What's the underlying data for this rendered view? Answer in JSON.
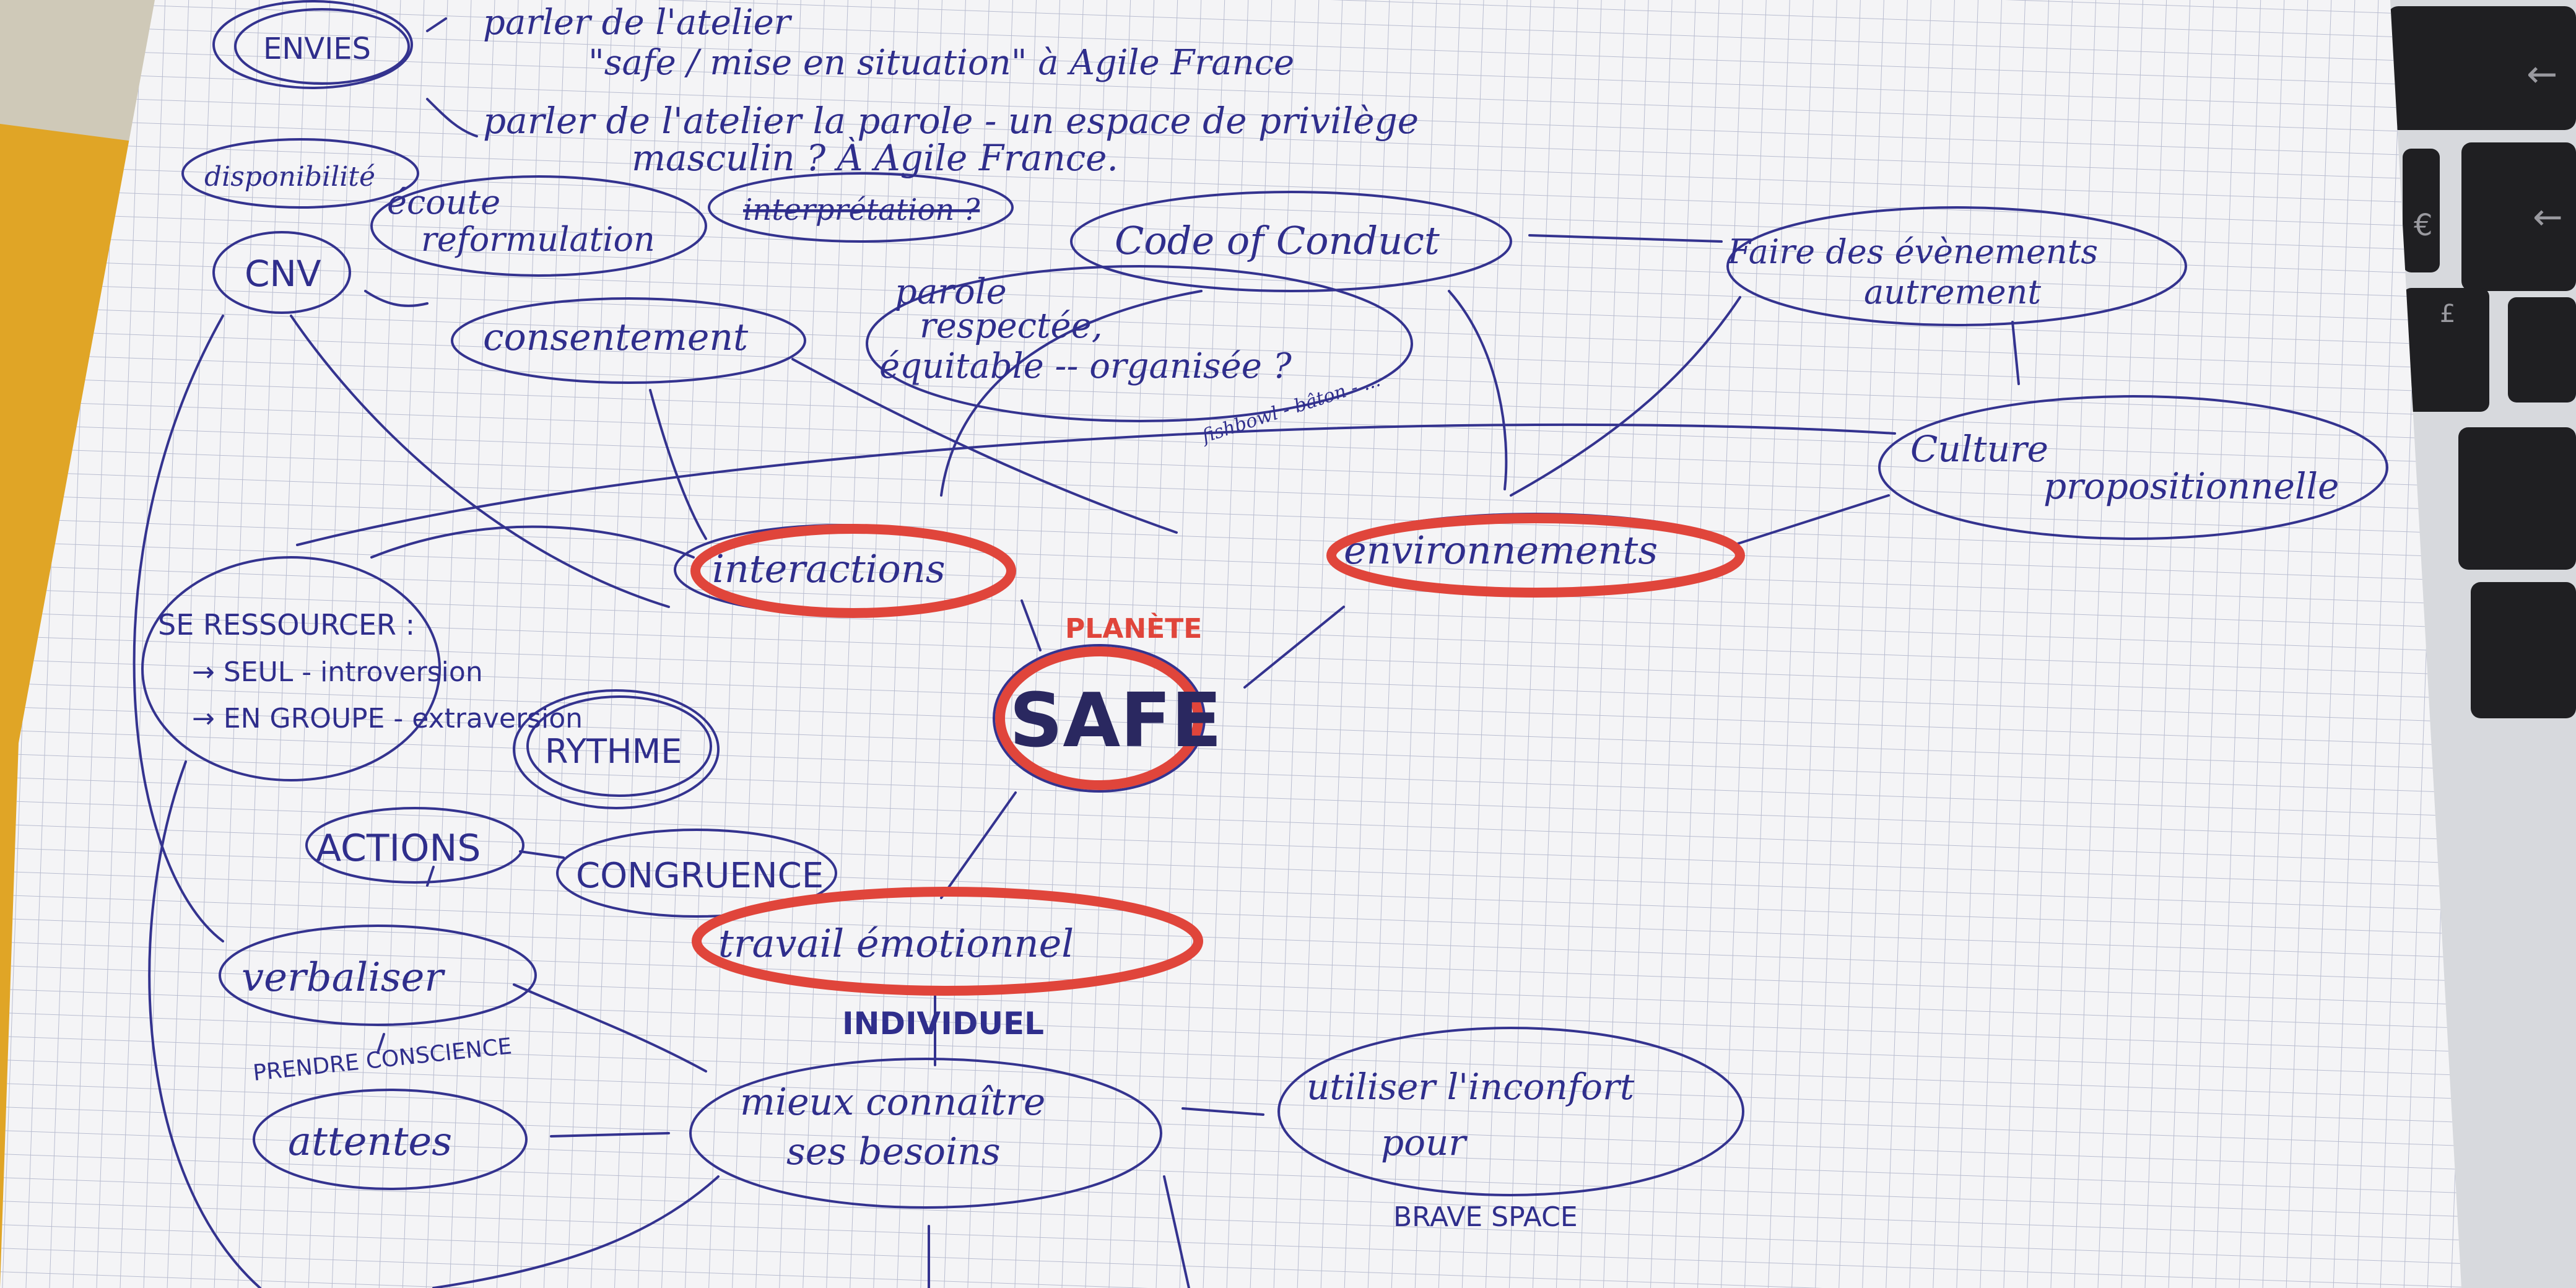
{
  "paper": {
    "background": "#f4f4f6",
    "grid_color": "#b9bdd0",
    "ink": "#2f2e8c",
    "highlight": "#e0453b"
  },
  "header": {
    "envies": "ENVIES",
    "line1": "parler de l'atelier",
    "line2": "\"safe / mise en situation\" à Agile France",
    "line3": "parler de l'atelier la parole - un espace de privilège",
    "line4": "masculin ? À Agile France."
  },
  "nodes": {
    "disponibilite": "disponibilité",
    "cnv": "CNV",
    "ecoute": "écoute",
    "reformulation": "reformulation",
    "interpretation": "interprétation ?",
    "code_of_conduct": "Code of Conduct",
    "faire_evenements_1": "Faire des évènements",
    "faire_evenements_2": "autrement",
    "consentement": "consentement",
    "parole_1": "parole",
    "parole_2": "respectée,",
    "parole_3": "équitable -- organisée ?",
    "fishbowl": "fishbowl - bâton - ...",
    "culture_1": "Culture",
    "culture_2": "propositionnelle",
    "interactions": "interactions",
    "environnements": "environnements",
    "planete": "PLANÈTE",
    "safe": "SAFE",
    "ressourcer": "SE RESSOURCER :",
    "seul": "→ SEUL - introversion",
    "groupe": "→ EN GROUPE - extraversion",
    "rythme": "RYTHME",
    "actions": "ACTIONS",
    "congruence": "CONGRUENCE",
    "travail_emotionnel": "travail émotionnel",
    "individuel": "INDIVIDUEL",
    "verbaliser": "verbaliser",
    "prendre_conscience": "PRENDRE CONSCIENCE",
    "attentes": "attentes",
    "mieux_connaitre_1": "mieux connaître",
    "mieux_connaitre_2": "ses besoins",
    "inconfort_1": "utiliser l'inconfort",
    "inconfort_2": "pour",
    "brave_space": "BRAVE SPACE"
  },
  "keyboard": {
    "key_arrow": "←",
    "key_euro": "€",
    "key_pound": "£"
  }
}
